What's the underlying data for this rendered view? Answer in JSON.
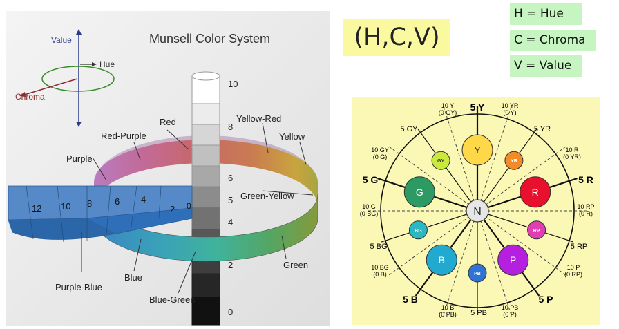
{
  "munsell": {
    "title": "Munsell Color System",
    "axes": {
      "value": "Value",
      "hue": "Hue",
      "chroma": "Chroma"
    },
    "hue_labels": {
      "red": "Red",
      "yellow_red": "Yellow-Red",
      "yellow": "Yellow",
      "green_yellow": "Green-Yellow",
      "green": "Green",
      "blue_green": "Blue-Green",
      "blue": "Blue",
      "purple_blue": "Purple-Blue",
      "purple": "Purple",
      "red_purple": "Red-Purple"
    },
    "value_ticks": [
      "10",
      "8",
      "6",
      "5",
      "4",
      "2",
      "0"
    ],
    "chroma_ticks": [
      "12",
      "10",
      "8",
      "6",
      "4",
      "2",
      "0"
    ]
  },
  "formula": "(H,C,V)",
  "legend": {
    "hue": "H = Hue",
    "chroma": "C = Chroma",
    "value": "V = Value"
  },
  "wheel": {
    "center": "N",
    "principal": [
      {
        "code": "Y",
        "big": true,
        "color": "#ffd84a"
      },
      {
        "code": "YR",
        "big": false,
        "color": "#f28c28"
      },
      {
        "code": "R",
        "big": true,
        "color": "#e8112d"
      },
      {
        "code": "RP",
        "big": false,
        "color": "#e43cb4"
      },
      {
        "code": "P",
        "big": true,
        "color": "#b51fe0"
      },
      {
        "code": "PB",
        "big": false,
        "color": "#2f73d4"
      },
      {
        "code": "B",
        "big": true,
        "color": "#22a9cf"
      },
      {
        "code": "BG",
        "big": false,
        "color": "#28b9c3"
      },
      {
        "code": "G",
        "big": true,
        "color": "#2e9a63"
      },
      {
        "code": "GY",
        "big": false,
        "color": "#c9e93c"
      }
    ],
    "labels": {
      "y5": "5 Y",
      "y10a": "10 Y",
      "y10b": "(0 GY)",
      "yr10a": "10 YR",
      "yr10b": "(0 Y)",
      "gy5": "5 GY",
      "yr5": "5 YR",
      "gy10a": "10 GY",
      "gy10b": "(0 G)",
      "r10a": "10 R",
      "r10b": "(0 YR)",
      "g5": "5 G",
      "r5": "5 R",
      "g10a": "10 G",
      "g10b": "(0 BG)",
      "rp10a": "10 RP",
      "rp10b": "(0 R)",
      "bg5": "5 BG",
      "rp5": "5 RP",
      "bg10a": "10 BG",
      "bg10b": "(0 B)",
      "p10a": "10 P",
      "p10b": "(0 RP)",
      "b5": "5 B",
      "p5": "5 P",
      "b10a": "10 B",
      "b10b": "(0 PB)",
      "pb5": "5 PB",
      "pb10a": "10 PB",
      "pb10b": "(0 P)"
    }
  }
}
